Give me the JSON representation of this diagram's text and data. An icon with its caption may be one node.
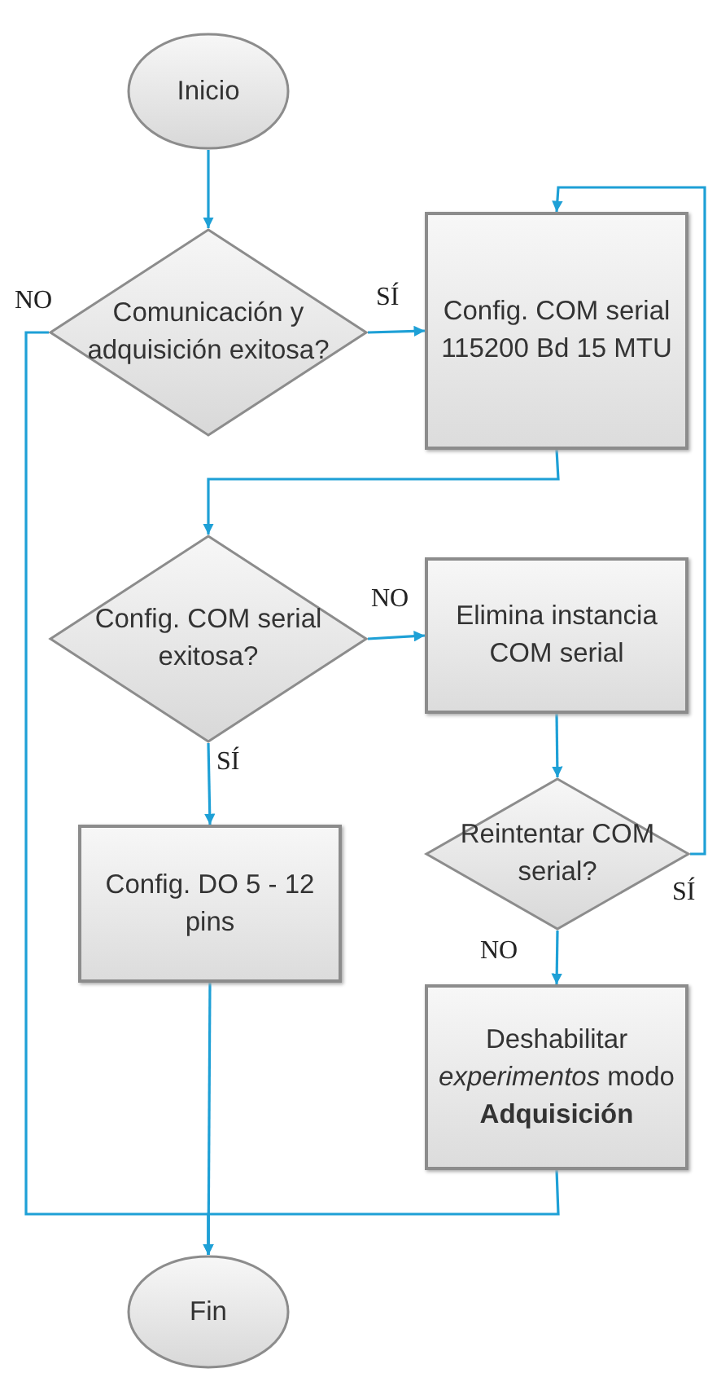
{
  "diagram": {
    "nodes": [
      {
        "text": [
          "Inicio"
        ]
      },
      {
        "text": [
          "Comunicación y adquisición exitosa?"
        ]
      },
      {
        "text": [
          "Config. COM serial 115200 Bd 15 MTU"
        ]
      },
      {
        "text": [
          "Config. COM serial exitosa?"
        ]
      },
      {
        "text": [
          "Elimina instancia COM serial"
        ]
      },
      {
        "text": [
          "Config. DO 5 - 12 pins"
        ]
      },
      {
        "text": [
          "Reintentar COM serial?"
        ]
      },
      {
        "text": [
          "Deshabilitar *experimentos* modo **Adquisición**"
        ]
      },
      {
        "text": [
          "Fin"
        ]
      }
    ],
    "edges": [
      {
        "from": 0,
        "to": 1,
        "arrow": "to"
      },
      {
        "from": 1,
        "to": 2,
        "arrow": "to",
        "label": "SÍ"
      },
      {
        "from": 1,
        "to": 8,
        "arrow": "to",
        "label": "NO"
      },
      {
        "from": 2,
        "to": 3,
        "arrow": "to"
      },
      {
        "from": 3,
        "to": 4,
        "arrow": "to",
        "label": "NO"
      },
      {
        "from": 3,
        "to": 5,
        "arrow": "to",
        "label": "SÍ"
      },
      {
        "from": 4,
        "to": 6,
        "arrow": "to"
      },
      {
        "from": 6,
        "to": 7,
        "arrow": "to",
        "label": "NO"
      },
      {
        "from": 6,
        "to": 2,
        "arrow": "to",
        "label": "SÍ"
      },
      {
        "from": 5,
        "to": 8,
        "arrow": "to"
      },
      {
        "from": 7,
        "to": 8,
        "arrow": "to"
      }
    ]
  }
}
